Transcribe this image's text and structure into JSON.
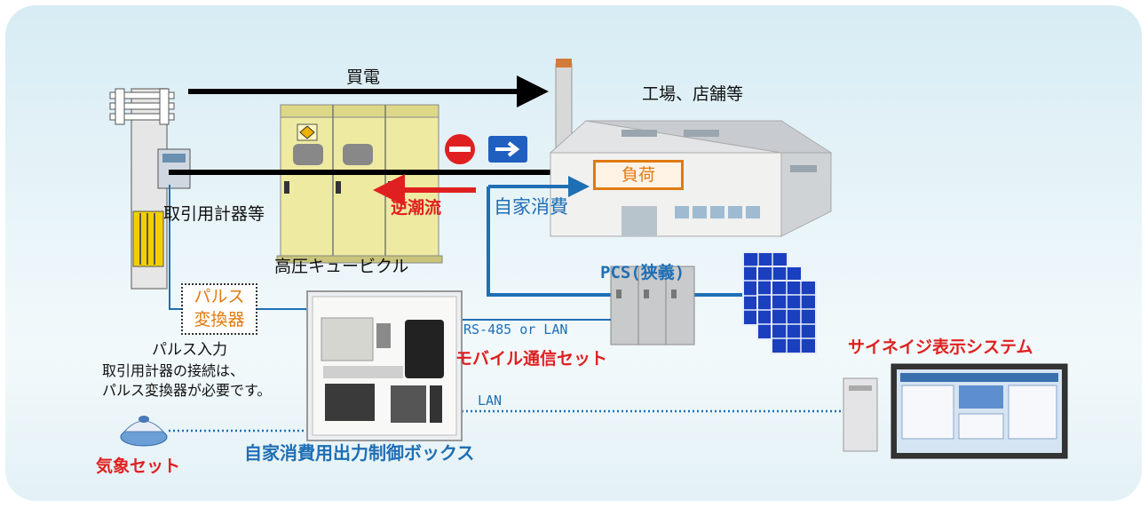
{
  "labels": {
    "purchase": "買電",
    "factory": "工場、店舗等",
    "load": "負荷",
    "reverse_flow": "逆潮流",
    "self_consumption": "自家消費",
    "meter": "取引用計器等",
    "cubicle": "高圧キュービクル",
    "pcs": "PCS(狭義)",
    "pulse_converter_line1": "パルス",
    "pulse_converter_line2": "変換器",
    "pulse_input": "パルス入力",
    "note_line1": "取引用計器の接続は、",
    "note_line2": "パルス変換器が必要です。",
    "rs485": "RS-485 or LAN",
    "lan": "LAN",
    "mobile_set": "モバイル通信セット",
    "signage": "サイネイジ表示システム",
    "weather_set": "気象セット",
    "control_box": "自家消費用出力制御ボックス"
  },
  "colors": {
    "panel": "#dcecf3",
    "signal_blue": "#1f6fb5",
    "alert_red": "#e02020",
    "accent_orange": "#e07a10",
    "cubicle_fill": "#eeeaa2",
    "solar_blue": "#1a3fbf"
  }
}
